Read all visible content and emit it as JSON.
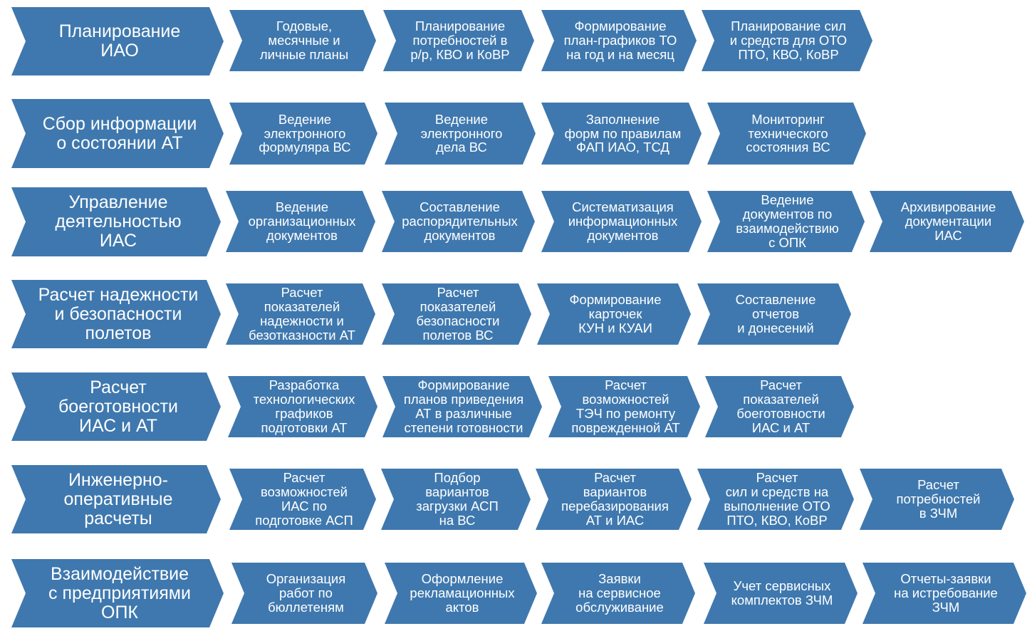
{
  "rows": [
    {
      "title": "Планирование\nИАО",
      "steps": [
        "Годовые,\nмесячные и\nличные планы",
        "Планирование\nпотребностей в\nр/р, КВО и КоВР",
        "Формирование\nплан-графиков ТО\nна год и на месяц",
        "Планирование сил\nи средств для ОТО\nПТО, КВО, КоВР"
      ]
    },
    {
      "title": "Сбор информации\nо состоянии АТ",
      "steps": [
        "Ведение\nэлектронного\nформуляра ВС",
        "Ведение\nэлектронного\nдела ВС",
        "Заполнение\nформ по правилам\nФАП ИАО, ТСД",
        "Мониторинг\nтехнического\nсостояния ВС"
      ]
    },
    {
      "title": "Управление\nдеятельностью\nИАС",
      "steps": [
        "Ведение\nорганизационных\nдокументов",
        "Составление\nраспорядительных\nдокументов",
        "Систематизация\nинформационных\nдокументов",
        "Ведение\nдокументов по\nвзаимодействию\nс ОПК",
        "Архивирование\nдокументации\nИАС"
      ]
    },
    {
      "title": "Расчет надежности\nи безопасности\nполетов",
      "steps": [
        "Расчет\nпоказателей\nнадежности и\nбезотказности АТ",
        "Расчет\nпоказателей\nбезопасности\nполетов ВС",
        "Формирование\nкарточек\nКУН и КУАИ",
        "Составление\nотчетов\nи донесений"
      ]
    },
    {
      "title": "Расчет\nбоеготовности\nИАС и АТ",
      "steps": [
        "Разработка\nтехнологических\nграфиков\nподготовки АТ",
        "Формирование\nпланов приведения\nАТ в различные\nстепени готовности",
        "Расчет\nвозможностей\nТЭЧ по ремонту\nповрежденной АТ",
        "Расчет\nпоказателей\nбоеготовности\nИАС и АТ"
      ]
    },
    {
      "title": "Инженерно-\nоперативные\nрасчеты",
      "steps": [
        "Расчет\nвозможностей\nИАС по\nподготовке АСП",
        "Подбор\nвариантов\nзагрузки АСП\nна ВС",
        "Расчет\nвариантов\nперебазирования\nАТ и ИАС",
        "Расчет\nсил и средств на\nвыполнение ОТО\nПТО, КВО, КоВР",
        "Расчет\nпотребностей\nв ЗЧМ"
      ]
    },
    {
      "title": "Взаимодействие\nс предприятиями\nОПК",
      "steps": [
        "Организация\nработ по\nбюллетеням",
        "Оформление\nрекламационных\nактов",
        "Заявки\nна сервисное\nобслуживание",
        "Учет сервисных\nкомплектов ЗЧМ",
        "Отчеты-заявки\nна истребование\nЗЧМ"
      ]
    }
  ]
}
